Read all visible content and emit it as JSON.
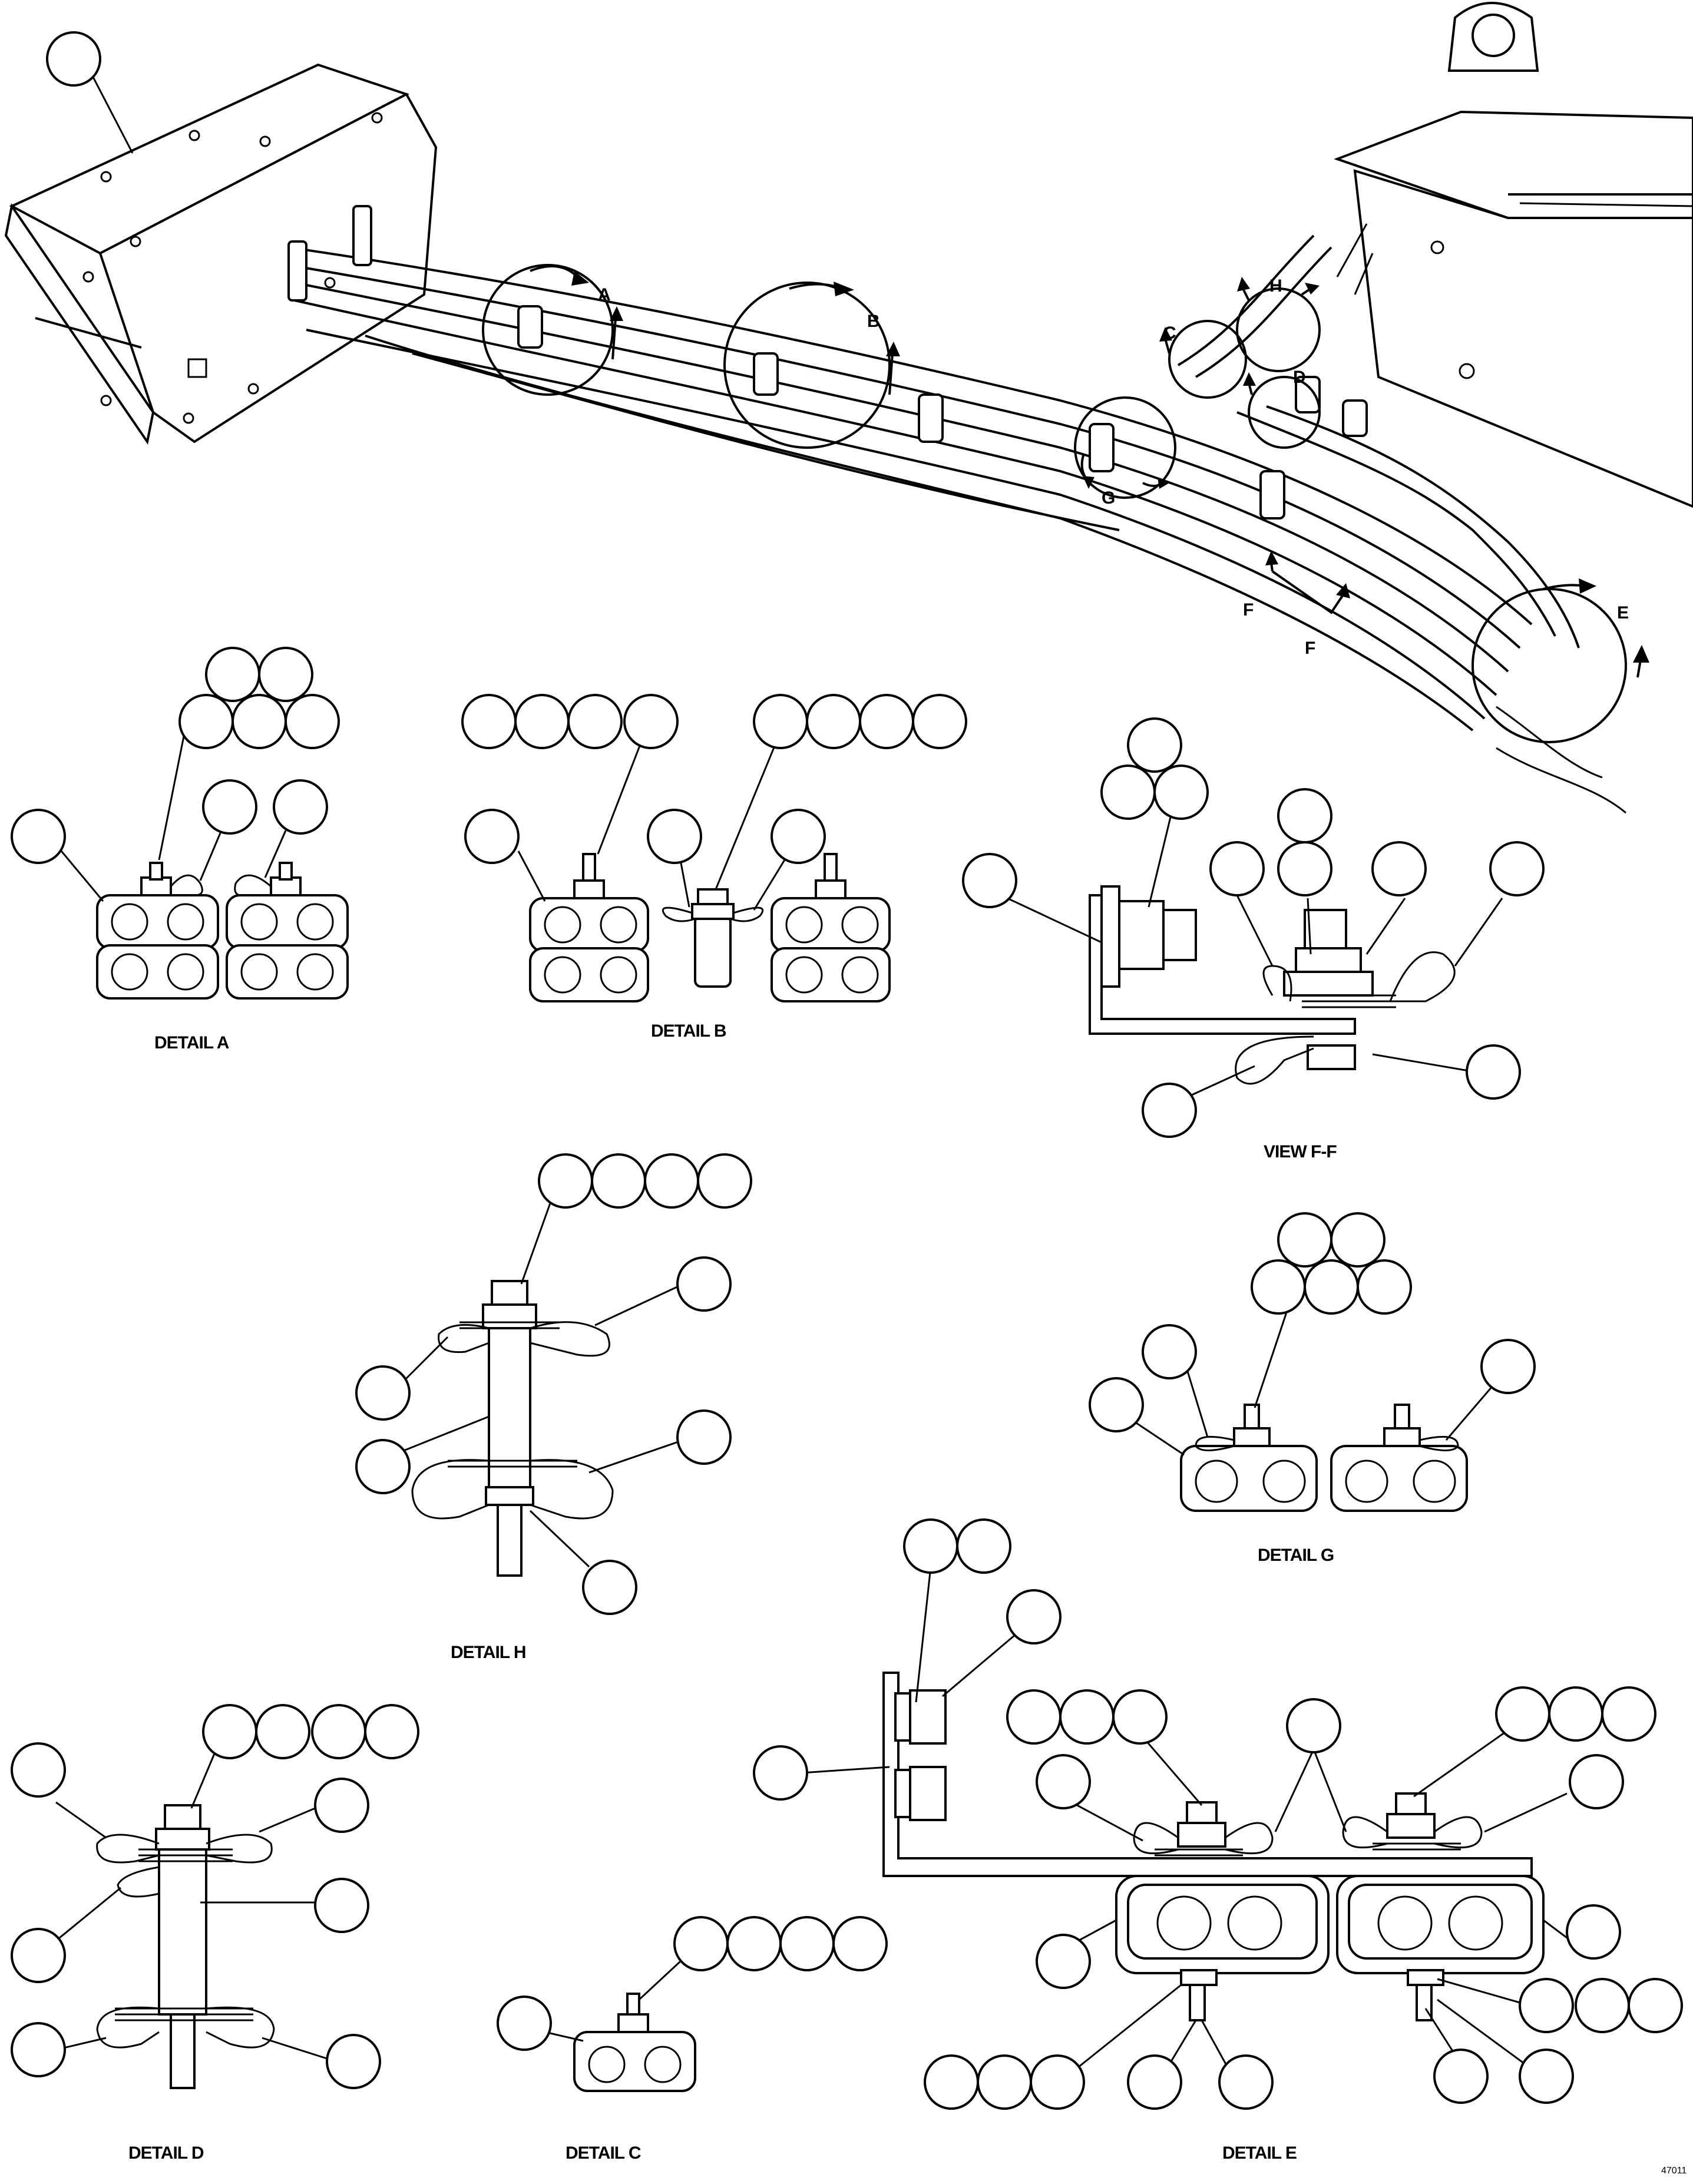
{
  "view_letters": {
    "A": "A",
    "B": "B",
    "C": "C",
    "D": "D",
    "E": "E",
    "F1": "F",
    "F2": "F",
    "G": "G",
    "H": "H"
  },
  "captions": {
    "detail_a": "DETAIL A",
    "detail_b": "DETAIL B",
    "view_ff": "VIEW F-F",
    "detail_g": "DETAIL G",
    "detail_h": "DETAIL H",
    "detail_d": "DETAIL D",
    "detail_c": "DETAIL C",
    "detail_e": "DETAIL E"
  },
  "figure_id": "47011"
}
